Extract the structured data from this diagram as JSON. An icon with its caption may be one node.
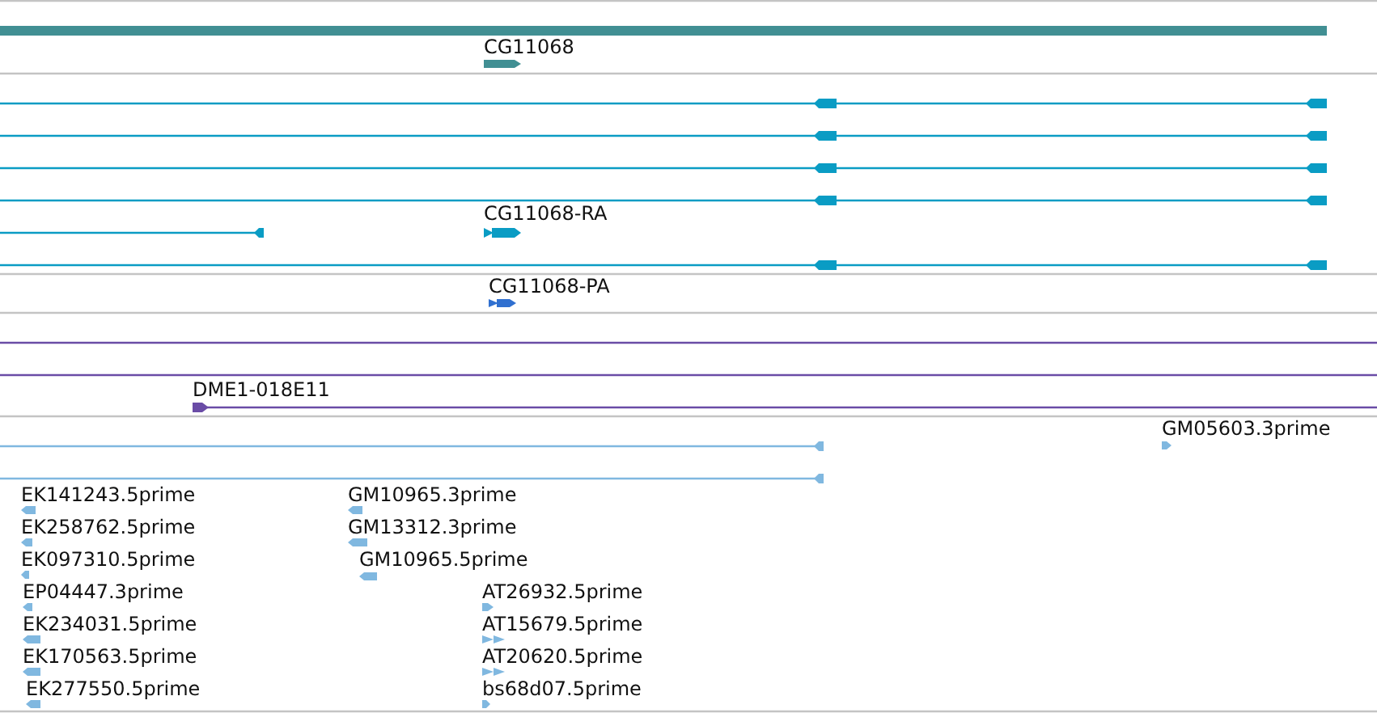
{
  "diagram": {
    "labels": [
      "CG11068",
      "CG11068-RA",
      "CG11068-PA",
      "DME1-018E11",
      "GM05603.3prime",
      "EK141243.5prime",
      "GM10965.3prime",
      "EK258762.5prime",
      "GM13312.3prime",
      "EK097310.5prime",
      "GM10965.5prime",
      "EP04447.3prime",
      "AT26932.5prime",
      "EK234031.5prime",
      "AT15679.5prime",
      "EK170563.5prime",
      "AT20620.5prime",
      "EK277550.5prime",
      "bs68d07.5prime"
    ]
  }
}
